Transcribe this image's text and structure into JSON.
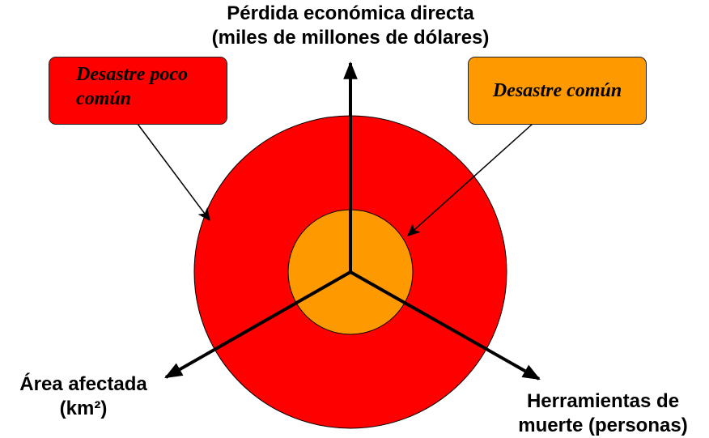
{
  "axes": {
    "top": {
      "line1": "Pérdida económica directa",
      "line2": "(miles de millones de dólares)"
    },
    "left": {
      "line1": "Área afectada",
      "line2": "(km²)"
    },
    "right": {
      "line1": "Herramientas de",
      "line2": "muerte (personas)"
    }
  },
  "callouts": {
    "rare": {
      "text": "Desastre poco común",
      "color": "#ff0000"
    },
    "common": {
      "text": "Desastre común",
      "color": "#ff9900"
    }
  },
  "colors": {
    "outer_circle": "#ff0000",
    "inner_circle": "#ff9900",
    "axis": "#000000"
  }
}
